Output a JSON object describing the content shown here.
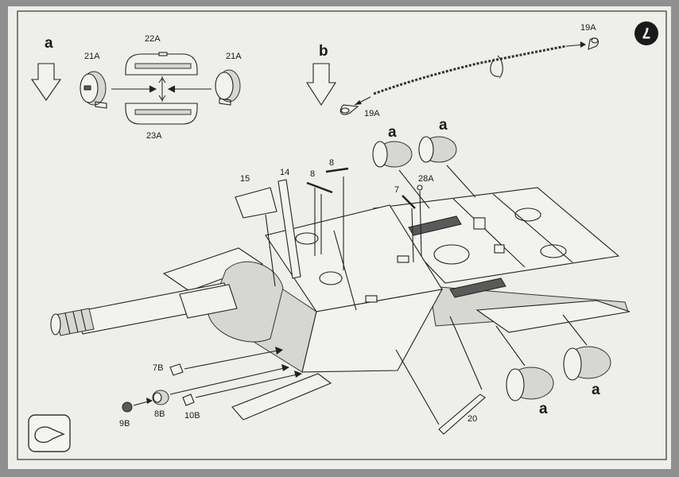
{
  "step": {
    "number": "7",
    "icon": "glue-tube-icon"
  },
  "detail_a": {
    "letter": "a",
    "parts": {
      "left_cap": "21A",
      "top_half": "22A",
      "right_cap": "21A",
      "bottom_half": "23A"
    }
  },
  "detail_b": {
    "letter": "b",
    "parts": {
      "hook_right": "19A",
      "hook_left": "19A"
    }
  },
  "main_labels": {
    "drum_a1": "a",
    "drum_a2": "a",
    "drum_a3": "a",
    "drum_a4": "a",
    "plate": "15",
    "rail": "14",
    "rod1": "8",
    "rod2": "8",
    "antenna": "7",
    "pin": "28A",
    "plug": "7B",
    "nut": "9B",
    "ring": "8B",
    "clamp": "10B",
    "tow_cable": "20"
  },
  "colors": {
    "paper": "#eeeeea",
    "ink": "#1a1a1a",
    "background": "#8f8f8f"
  }
}
